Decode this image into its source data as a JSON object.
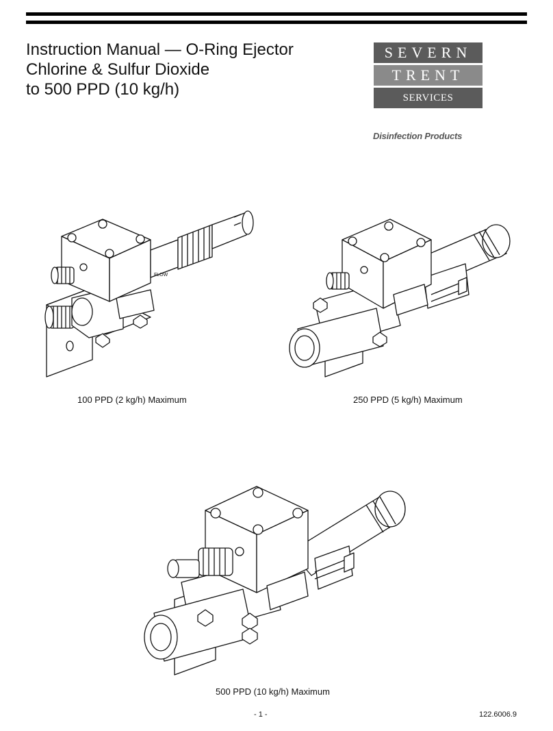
{
  "header": {
    "title_lines": [
      "Instruction Manual — O-Ring Ejector",
      "Chlorine & Sulfur Dioxide",
      "to 500 PPD (10 kg/h)"
    ]
  },
  "logo": {
    "line1": "SEVERN",
    "line2": "TRENT",
    "line3": "SERVICES"
  },
  "tagline": "Disinfection Products",
  "figures": [
    {
      "caption": "100 PPD (2 kg/h) Maximum",
      "label": "FLOW"
    },
    {
      "caption": "250 PPD (5 kg/h) Maximum"
    },
    {
      "caption": "500 PPD (10 kg/h) Maximum"
    }
  ],
  "footer": {
    "page": "- 1 -",
    "doc_number": "122.6006.9"
  }
}
